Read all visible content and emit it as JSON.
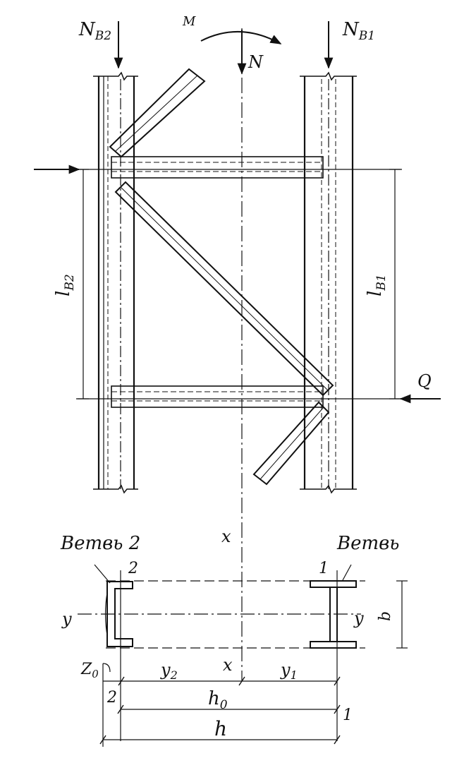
{
  "labels": {
    "n_b2_main": "N",
    "n_b2_sub": "B2",
    "n_b1_main": "N",
    "n_b1_sub": "B1",
    "moment": "M",
    "axial": "N",
    "l_b2_main": "l",
    "l_b2_sub": "B2",
    "l_b1_main": "l",
    "l_b1_sub": "B1",
    "shear": "Q",
    "branch2": "Ветвь 2",
    "branch1": "Ветвь",
    "mark_2_top": "2",
    "mark_1_top": "1",
    "axis_x_top": "x",
    "axis_x_bottom": "x",
    "axis_y_left": "y",
    "axis_y_right": "y",
    "dim_b": "b",
    "z0_main": "Z",
    "z0_sub": "0",
    "y2_main": "y",
    "y2_sub": "2",
    "y1_main": "y",
    "y1_sub": "1",
    "mark_2_bottom": "2",
    "h0_main": "h",
    "h0_sub": "0",
    "mark_1_bottom": "1",
    "h": "h"
  },
  "colors": {
    "ink": "#111111",
    "paper": "#ffffff"
  }
}
